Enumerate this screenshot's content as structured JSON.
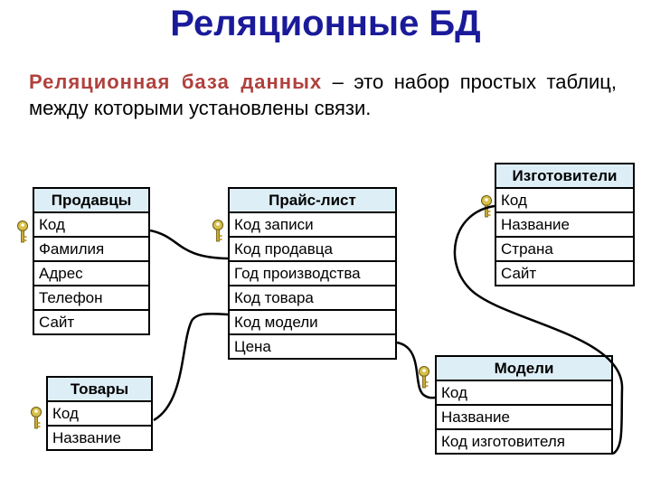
{
  "title": "Реляционные БД",
  "subtitle": {
    "term": "Реляционная база данных",
    "rest": " – это набор простых таблиц, между которыми установлены связи."
  },
  "tables": {
    "prodavcy": {
      "name": "Продавцы",
      "fields": [
        "Код",
        "Фамилия",
        "Адрес",
        "Телефон",
        "Сайт"
      ]
    },
    "tovary": {
      "name": "Товары",
      "fields": [
        "Код",
        "Название"
      ]
    },
    "price": {
      "name": "Прайс-лист",
      "fields": [
        "Код записи",
        "Код продавца",
        "Год производства",
        "Код товара",
        "Код модели",
        "Цена"
      ]
    },
    "izgotoviteli": {
      "name": "Изготовители",
      "fields": [
        "Код",
        "Название",
        "Страна",
        "Сайт"
      ]
    },
    "modeli": {
      "name": "Модели",
      "fields": [
        "Код",
        "Название",
        "Код изготовителя"
      ]
    }
  },
  "colors": {
    "title": "#1a1a9a",
    "term": "#b0413e",
    "table_header": "#ddeef6",
    "key": "#c9b23a"
  },
  "icons": {
    "primary_key": "key-icon"
  }
}
